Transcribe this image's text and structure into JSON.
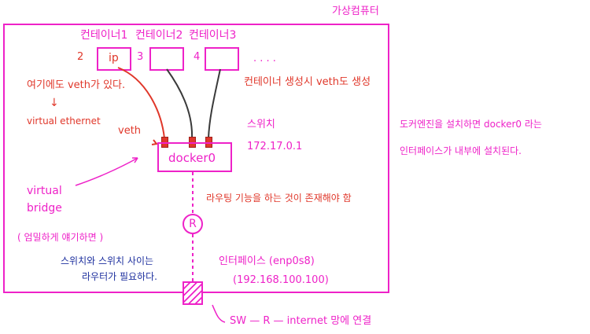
{
  "title": "가상컴퓨터",
  "containers": {
    "labels": [
      "컨테이너1",
      "컨테이너2",
      "컨테이너3"
    ],
    "numbers": [
      "2",
      "3",
      "4"
    ],
    "ip": "ip",
    "more": ". . . ."
  },
  "notes": {
    "veth_note_1": "여기에도 veth가 있다.",
    "arrow_down": "↓",
    "veth_note_2": "virtual ethernet",
    "veth_label": "veth",
    "container_create": "컨테이너 생성시 veth도 생성",
    "switch_label": "스위치",
    "switch_ip": "172.17.0.1",
    "docker_label": "docker0",
    "virtual_bridge_1": "virtual",
    "virtual_bridge_2": "bridge",
    "virtual_bridge_3": "( 엄밀하게 얘기하면 )",
    "router_note": "라우팅 기능을 하는 것이 존재해야 함",
    "router_symbol": "R",
    "switch_router_1": "스위치와 스위치 사이는",
    "switch_router_2": "라우터가 필요하다.",
    "interface_label": "인터페이스 (enp0s8)",
    "interface_ip": "(192.168.100.100)",
    "internet_line": "SW — R — internet 망에 연결",
    "engine_note_1": "도커엔진을 설치하면 docker0 라는",
    "engine_note_2": "인터페이스가 내부에 설치된다."
  },
  "colors": {
    "magenta": "#ee22c8",
    "red": "#e0372a",
    "blue": "#1d2f9e"
  }
}
